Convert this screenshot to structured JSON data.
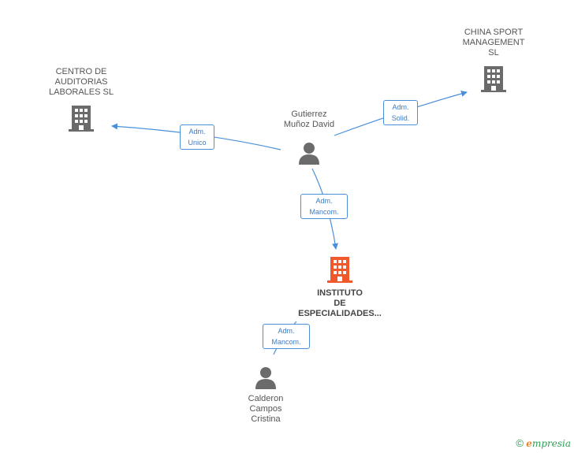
{
  "nodes": {
    "centro": {
      "label": "CENTRO DE\nAUDITORIAS\nLABORALES  SL",
      "icon": "building-icon",
      "color": "#6b6b6b"
    },
    "china": {
      "label": "CHINA SPORT\nMANAGEMENT\nSL",
      "icon": "building-icon",
      "color": "#6b6b6b"
    },
    "gutierrez": {
      "label": "Gutierrez\nMuñoz David",
      "icon": "person-icon",
      "color": "#6b6b6b"
    },
    "instituto": {
      "label": "INSTITUTO\nDE\nESPECIALIDADES...",
      "icon": "building-icon",
      "color": "#f0592b"
    },
    "calderon": {
      "label": "Calderon\nCampos\nCristina",
      "icon": "person-icon",
      "color": "#6b6b6b"
    }
  },
  "edges": {
    "to_centro": "Adm.\nUnico",
    "to_china": "Adm.\nSolid.",
    "to_instituto": "Adm.\nMancom.",
    "calderon_instituto": "Adm.\nMancom."
  },
  "colors": {
    "edge": "#4a90d9"
  },
  "brand": {
    "copyright": "©",
    "initial": "e",
    "rest": "mpresia"
  }
}
